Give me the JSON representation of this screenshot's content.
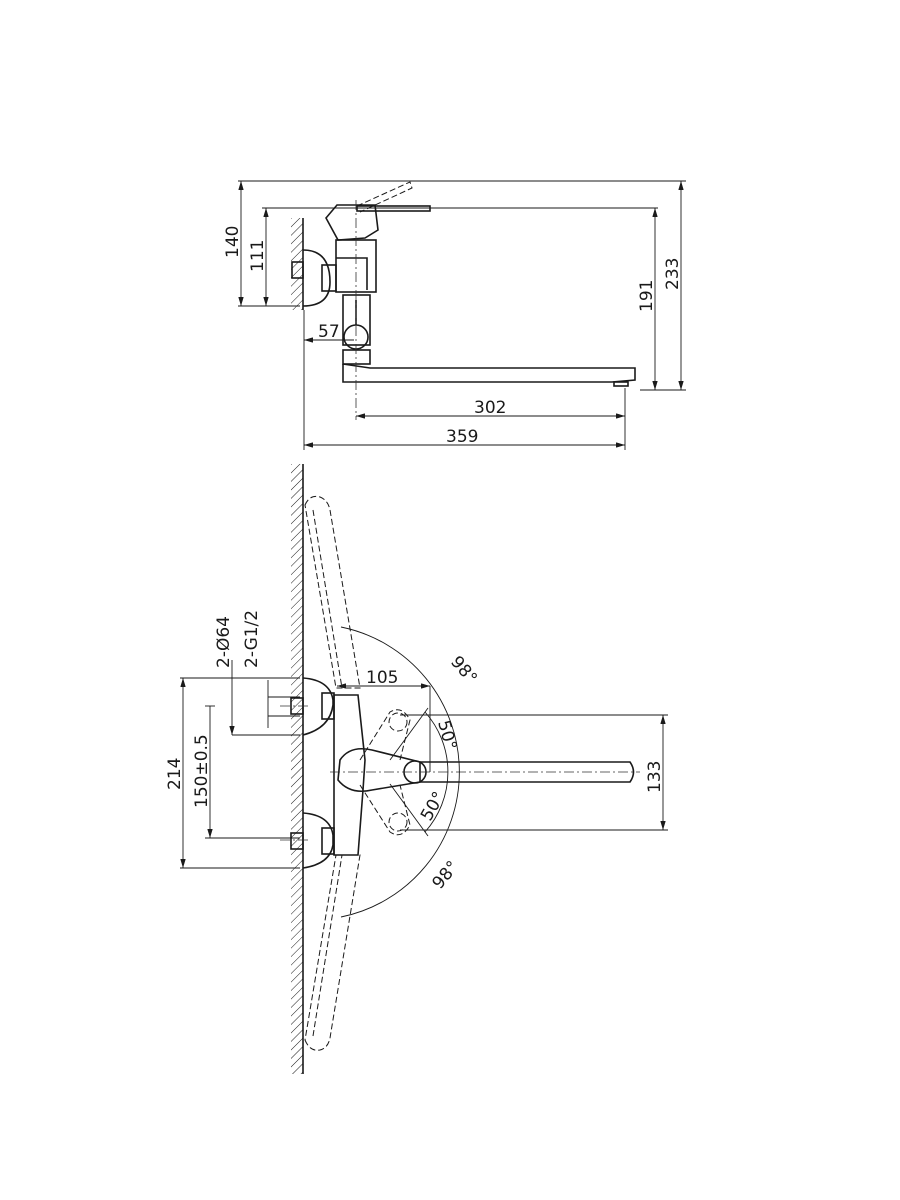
{
  "side_view": {
    "dims": {
      "d140": "140",
      "d111": "111",
      "d191": "191",
      "d233": "233",
      "d57": "57",
      "d302": "302",
      "d359": "359"
    }
  },
  "top_view": {
    "dims": {
      "d64": "2-Ø64",
      "dg12": "2-G1/2",
      "d105": "105",
      "d214": "214",
      "d150": "150±0.5",
      "d133": "133",
      "a98_top": "98°",
      "a50_top": "50°",
      "a50_bot": "50°",
      "a98_bot": "98°"
    }
  }
}
